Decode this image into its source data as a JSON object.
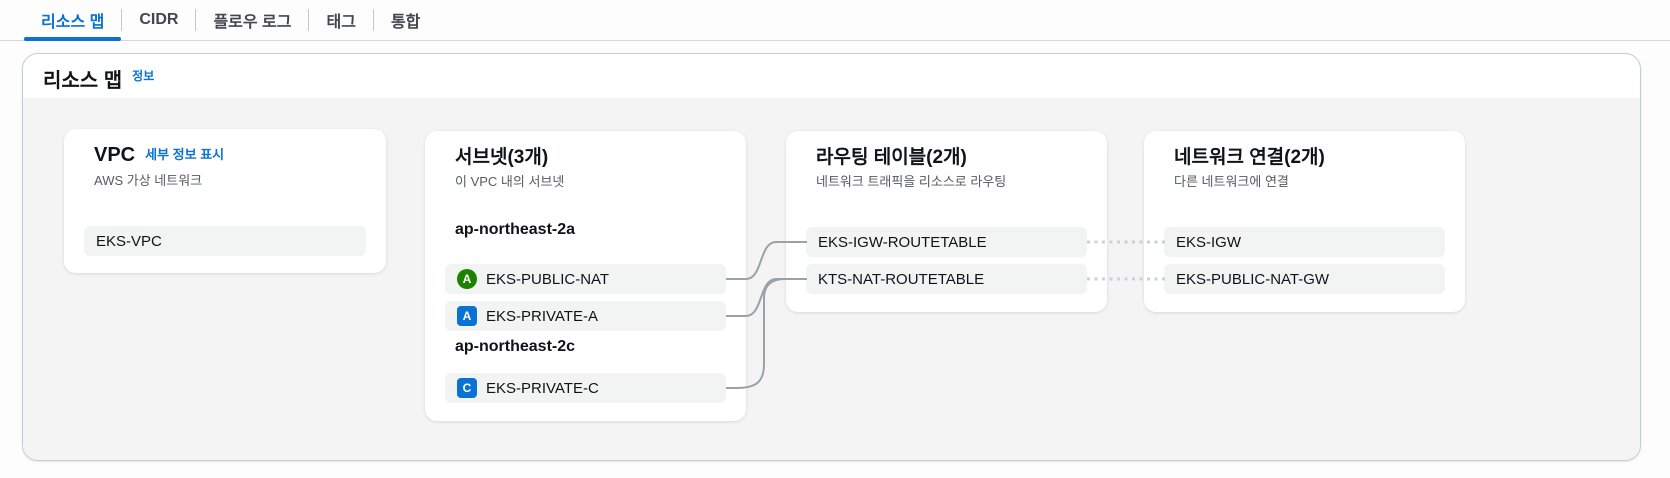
{
  "tabs": [
    {
      "label": "리소스 맵",
      "active": true
    },
    {
      "label": "CIDR",
      "active": false
    },
    {
      "label": "플로우 로그",
      "active": false
    },
    {
      "label": "태그",
      "active": false
    },
    {
      "label": "통합",
      "active": false
    }
  ],
  "panel": {
    "title": "리소스 맵",
    "info_label": "정보"
  },
  "cards": {
    "vpc": {
      "title": "VPC",
      "details_link": "세부 정보 표시",
      "subtitle": "AWS 가상 네트워크",
      "items": [
        {
          "label": "EKS-VPC"
        }
      ]
    },
    "subnets": {
      "title": "서브넷(3개)",
      "subtitle": "이 VPC 내의 서브넷",
      "groups": [
        {
          "az": "ap-northeast-2a",
          "items": [
            {
              "label": "EKS-PUBLIC-NAT",
              "badge": "A",
              "badge_type": "public"
            },
            {
              "label": "EKS-PRIVATE-A",
              "badge": "A",
              "badge_type": "private"
            }
          ]
        },
        {
          "az": "ap-northeast-2c",
          "items": [
            {
              "label": "EKS-PRIVATE-C",
              "badge": "C",
              "badge_type": "private"
            }
          ]
        }
      ]
    },
    "route_tables": {
      "title": "라우팅 테이블(2개)",
      "subtitle": "네트워크 트래픽을 리소스로 라우팅",
      "items": [
        "EKS-IGW-ROUTETABLE",
        "KTS-NAT-ROUTETABLE"
      ]
    },
    "connections": {
      "title": "네트워크 연결(2개)",
      "subtitle": "다른 네트워크에 연결",
      "items": [
        "EKS-IGW",
        "EKS-PUBLIC-NAT-GW"
      ]
    }
  },
  "colors": {
    "accent": "#0972d3",
    "public_subnet_badge": "#1d8102",
    "private_subnet_badge": "#0972d3",
    "connector": "#9aa1ab"
  }
}
